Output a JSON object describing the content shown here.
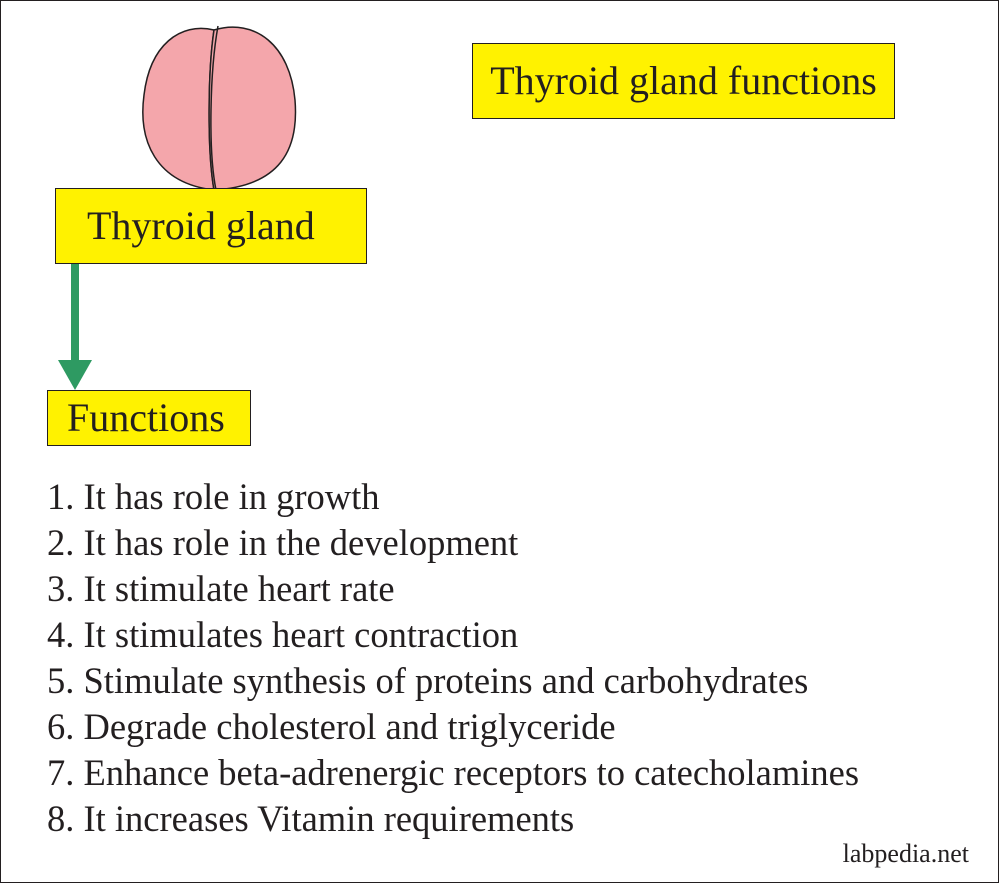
{
  "title": "Thyroid gland functions",
  "gland_label": "Thyroid gland",
  "functions_label": "Functions",
  "functions": [
    "1. It has role in growth",
    "2. It has role in the development",
    "3. It stimulate heart rate",
    "4. It stimulates heart contraction",
    "5. Stimulate synthesis of proteins and carbohydrates",
    "6. Degrade cholesterol and triglyceride",
    "7. Enhance beta-adrenergic receptors to catecholamines",
    "8. It increases Vitamin requirements"
  ],
  "watermark": "labpedia.net",
  "colors": {
    "label_fill": "#fff200",
    "gland_fill": "#f4a6ab",
    "arrow": "#2e9a62",
    "text": "#231f20"
  }
}
